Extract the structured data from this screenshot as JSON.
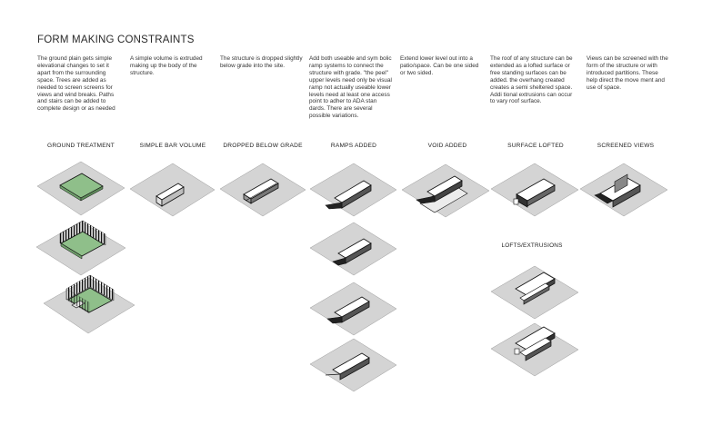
{
  "title": "FORM MAKING CONSTRAINTS",
  "columns": [
    {
      "heading": "GROUND TREATMENT",
      "text": "The ground plain gets simple elevational changes to set it apart from the surrounding space. Trees are added as needed to screen screens for views and wind breaks.  Paths and stairs can be added to complete design or as needed"
    },
    {
      "heading": "SIMPLE  BAR  VOLUME",
      "text": "A simple volume is extruded making up the body of the structure."
    },
    {
      "heading": "DROPPED BELOW GRADE",
      "text": "The structure is dropped slightly below grade into the site."
    },
    {
      "heading": "RAMPS ADDED",
      "text": "Add both useable and sym bolic ramp systems to connect the structure with grade. \"the peel\" upper levels need only be visual ramp not actually useable lower levels need at least one access point to adher to ADA stan dards. There are several possible variations."
    },
    {
      "heading": "VOID ADDED",
      "text": "Extend lower level out into a patio/space. Can be one sided or two sided."
    },
    {
      "heading": "SURFACE LOFTED",
      "text": "The roof of any structure can be extended as a lofted surface or free standing surfaces can be added. the overhang created creates a semi sheltered space. Addi tional extrusions can occur to vary roof surface."
    },
    {
      "heading": "SCREENED VIEWS",
      "text": "Views can be screened with the form of the structure or with introduced partitions. These help direct the move ment and use of space."
    }
  ],
  "sublabel": "LOFTS/EXTRUSIONS",
  "colors": {
    "plane": "#d4d4d4",
    "plane_stroke": "#9a9a9a",
    "green": "#8fbf8a",
    "ink": "#111111"
  }
}
